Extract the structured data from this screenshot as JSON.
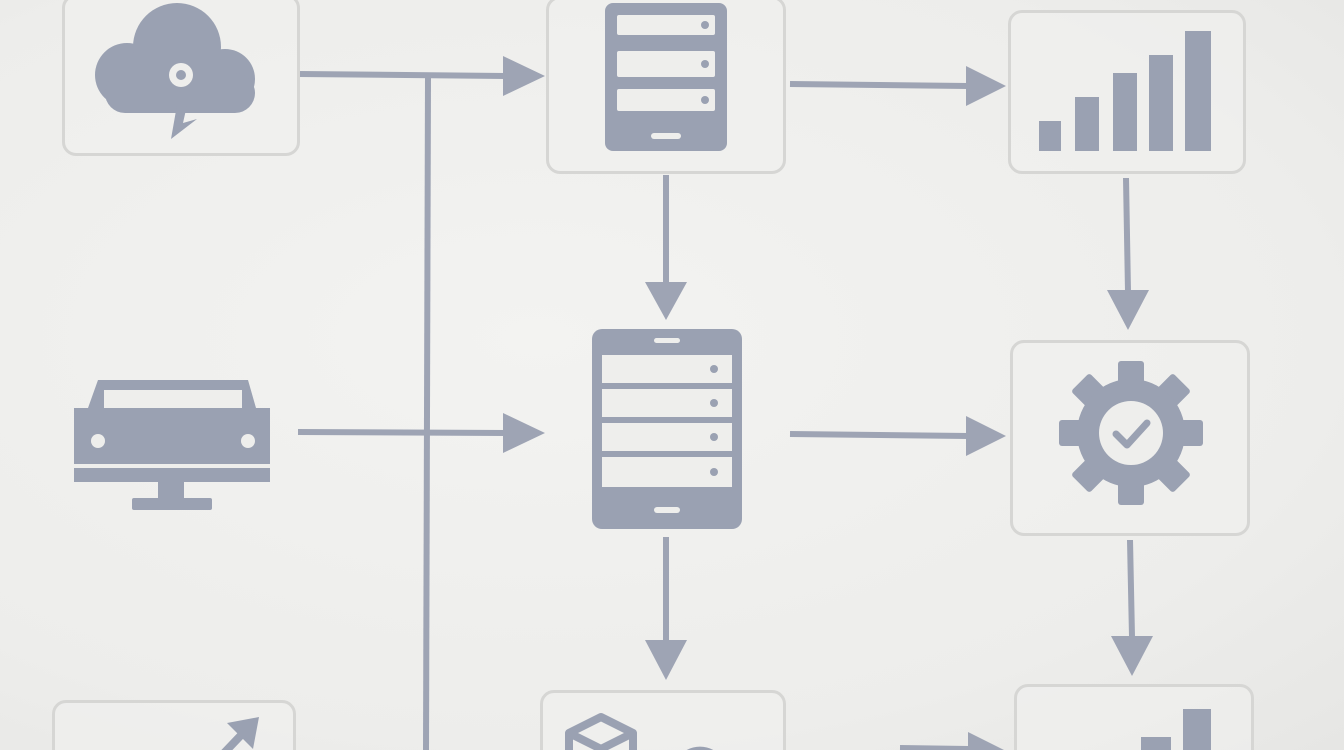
{
  "diagram": {
    "palette": {
      "icon": "#9aa1b2",
      "line": "#9ea4b4",
      "box_border": "#d6d6d4",
      "background": "#efefed"
    },
    "nodes": [
      {
        "id": "cloud-source",
        "icon": "cloud-upload-icon",
        "framed": true
      },
      {
        "id": "desktop-monitor",
        "icon": "monitor-icon",
        "framed": false
      },
      {
        "id": "export-source",
        "icon": "arrow-up-right-icon",
        "framed": true
      },
      {
        "id": "server-top",
        "icon": "server-rack-icon",
        "framed": true
      },
      {
        "id": "server-middle",
        "icon": "server-rack-icon",
        "framed": false
      },
      {
        "id": "storage-bottom",
        "icon": "cube-storage-icon",
        "framed": true
      },
      {
        "id": "chart-top",
        "icon": "bar-chart-icon",
        "framed": true
      },
      {
        "id": "settings-check",
        "icon": "gear-check-icon",
        "framed": true
      },
      {
        "id": "chart-bottom",
        "icon": "bar-chart-icon",
        "framed": true
      }
    ],
    "edges": [
      {
        "from": "cloud-source",
        "to": "server-top"
      },
      {
        "from": "desktop-monitor",
        "to": "server-middle"
      },
      {
        "from": "server-top",
        "to": "server-middle"
      },
      {
        "from": "server-middle",
        "to": "storage-bottom"
      },
      {
        "from": "server-top",
        "to": "chart-top"
      },
      {
        "from": "server-middle",
        "to": "settings-check"
      },
      {
        "from": "chart-top",
        "to": "settings-check"
      },
      {
        "from": "settings-check",
        "to": "chart-bottom"
      },
      {
        "from": "storage-bottom",
        "to": "chart-bottom"
      },
      {
        "from": "export-source",
        "to": "bus-line"
      }
    ]
  }
}
